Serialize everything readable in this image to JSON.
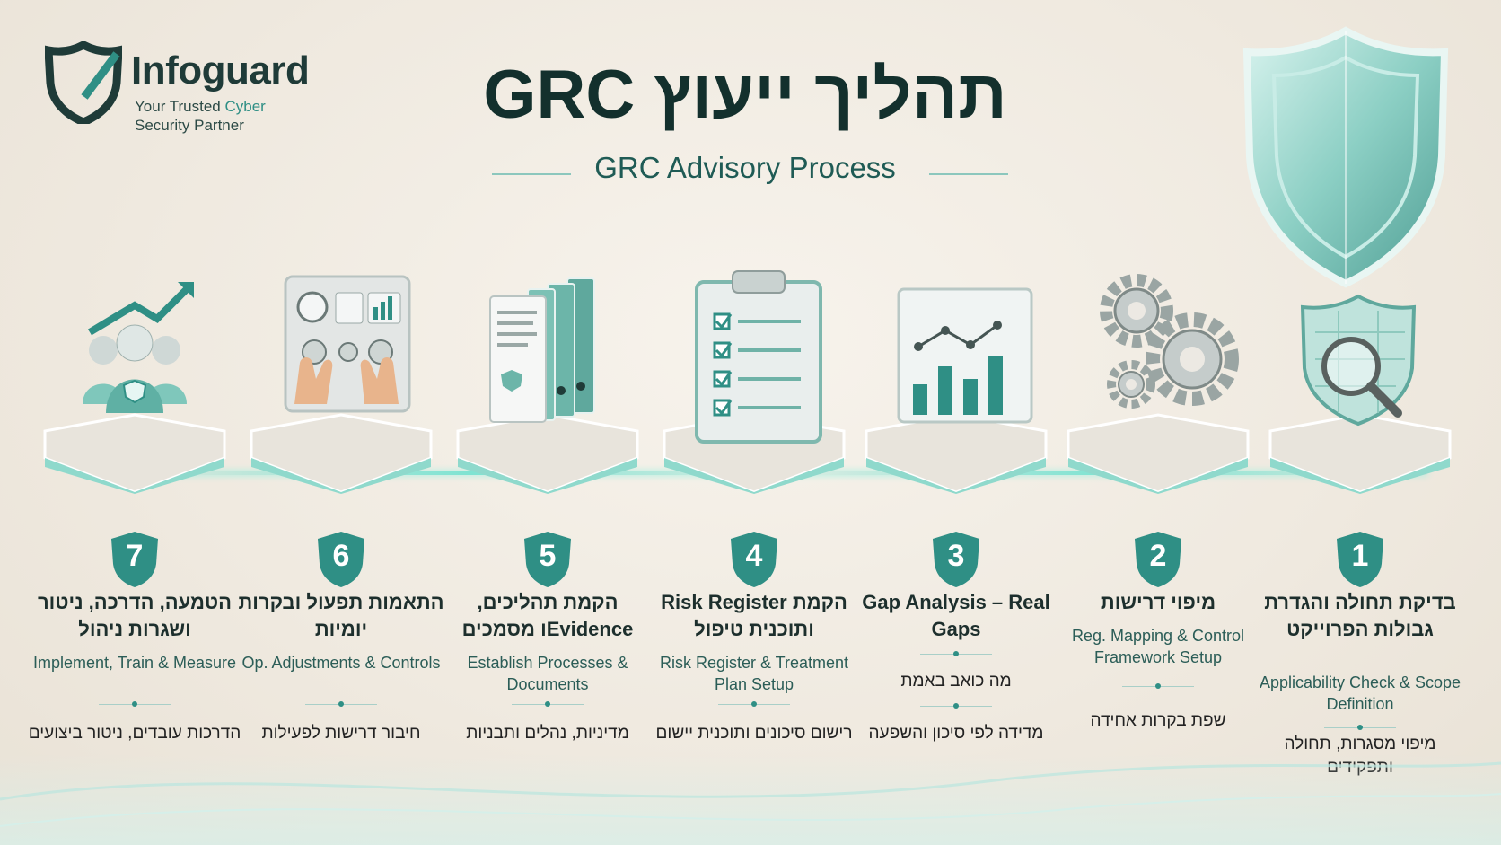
{
  "logo": {
    "name": "Infoguard",
    "tagline_part1": "Your Trusted ",
    "tagline_accent": "Cyber",
    "tagline_part2": "Security Partner"
  },
  "title": {
    "hebrew": "תהליך ייעוץ GRC",
    "english": "GRC Advisory Process"
  },
  "colors": {
    "accent": "#2f8f85",
    "dark": "#13302d",
    "glow": "#7fe3d2",
    "background": "#f2ede4"
  },
  "steps": [
    {
      "number": "7",
      "icon": "team-growth-icon",
      "he_title": "הטמעה, הדרכה, ניטור ושגרות ניהול",
      "en_desc": "Implement, Train & Measure",
      "he_desc": "הדרכות עובדים, ניטור ביצועים"
    },
    {
      "number": "6",
      "icon": "control-panel-icon",
      "he_title": "התאמות תפעול ובקרות יומיות",
      "en_desc": "Op. Adjustments & Controls",
      "he_desc": "חיבור דרישות לפעילות"
    },
    {
      "number": "5",
      "icon": "binders-icon",
      "he_title": "הקמת תהליכים, Evidenceו מסמכים",
      "en_desc": "Establish Processes & Documents",
      "he_desc": "מדיניות, נהלים ותבניות"
    },
    {
      "number": "4",
      "icon": "clipboard-checklist-icon",
      "he_title": "הקמת Risk Register ותוכנית טיפול",
      "en_desc": "Risk Register & Treatment Plan Setup",
      "he_desc": "רישום סיכונים ותוכנית יישום"
    },
    {
      "number": "3",
      "icon": "chart-board-icon",
      "he_title": "Gap Analysis – Real Gaps",
      "en_desc": "",
      "he_desc": "מה כואב באמת",
      "he_desc2": "מדידה לפי סיכון והשפעה"
    },
    {
      "number": "2",
      "icon": "gears-icon",
      "he_title": "מיפוי דרישות",
      "en_desc": "Reg. Mapping & Control Framework Setup",
      "he_desc": "שפת בקרות אחידה"
    },
    {
      "number": "1",
      "icon": "shield-magnifier-icon",
      "he_title": "בדיקת תחולה והגדרת גבולות הפרוייקט",
      "en_desc": "Applicability Check & Scope Definition",
      "he_desc": "מיפוי מסגרות, תחולה ותפקידים"
    }
  ]
}
